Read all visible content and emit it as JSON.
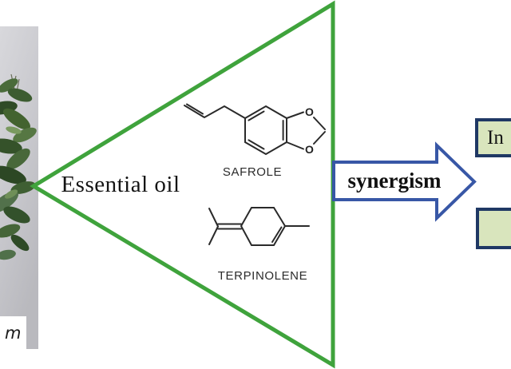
{
  "figure": {
    "plant_photo": {
      "icon": "dried-plant-leaves-photo",
      "scale_label": "m"
    },
    "triangle": {
      "label": "Essential oil",
      "border_color": "#3fa33c"
    },
    "compounds": {
      "safrole": {
        "name": "SAFROLE",
        "atom_labels": {
          "o_top": "O",
          "o_bottom": "O"
        }
      },
      "terpinolene": {
        "name": "TERPINOLENE"
      }
    },
    "arrow": {
      "label": "synergism",
      "border_color": "#3857a6"
    },
    "outcome_boxes": {
      "top": {
        "label": "In"
      },
      "bottom": {
        "label": ""
      },
      "fill_color": "#d9e5bd",
      "border_color": "#1f3864"
    }
  }
}
